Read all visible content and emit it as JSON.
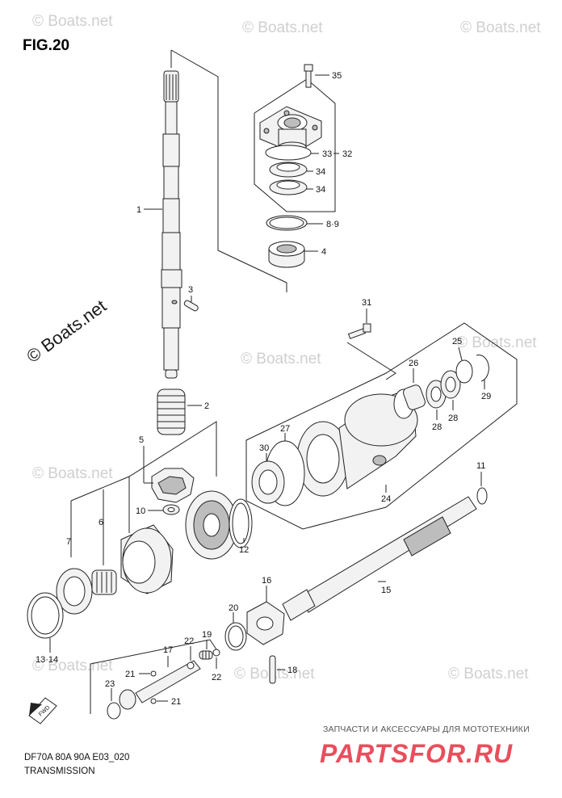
{
  "figure": {
    "title": "FIG.20",
    "model": "DF70A 80A 90A E03_020",
    "section": "TRANSMISSION"
  },
  "watermarks": [
    "© Boats.net",
    "© Boats.net",
    "© Boats.net",
    "© Boats.net",
    "© Boats.net",
    "© Boats.net",
    "© Boats.net",
    "© Boats.net",
    "© Boats.net"
  ],
  "watermark_main": "© Boats.net",
  "brand": {
    "tagline": "ЗАПЧАСТИ И АКСЕССУАРЫ ДЛЯ МОТОТЕХНИКИ",
    "name": "PARTSFOR.RU",
    "color": "#e84f5c"
  },
  "fwd_label": "FWD",
  "callouts": {
    "c1": "1",
    "c2": "2",
    "c3": "3",
    "c4": "4",
    "c5": "5",
    "c6": "6",
    "c7": "7",
    "c8_9": "8·9",
    "c10": "10",
    "c11": "11",
    "c12": "12",
    "c13_14": "13·14",
    "c15": "15",
    "c16": "16",
    "c17": "17",
    "c18": "18",
    "c19": "19",
    "c20": "20",
    "c21a": "21",
    "c21b": "21",
    "c22a": "22",
    "c22b": "22",
    "c23": "23",
    "c24": "24",
    "c25": "25",
    "c26": "26",
    "c27": "27",
    "c28a": "28",
    "c28b": "28",
    "c29": "29",
    "c30": "30",
    "c31": "31",
    "c32": "32",
    "c33": "33",
    "c34a": "34",
    "c34b": "34",
    "c35": "35"
  }
}
